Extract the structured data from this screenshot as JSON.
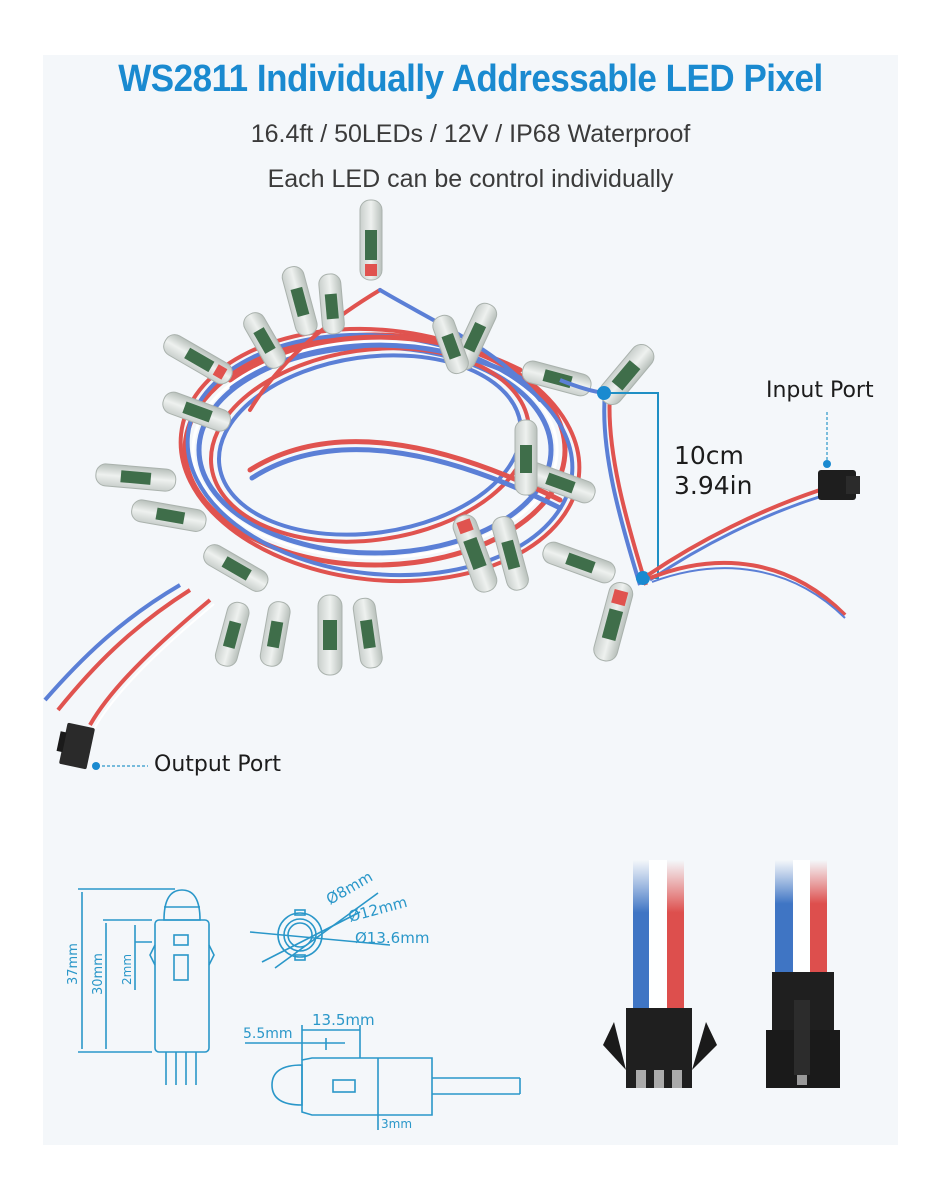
{
  "header": {
    "title": "WS2811 Individually Addressable LED Pixel",
    "spec_line": "16.4ft / 50LEDs / 12V / IP68 Waterproof",
    "tagline": "Each LED can be control individually"
  },
  "product_photo": {
    "labels": {
      "input_port": "Input Port",
      "output_port": "Output Port"
    },
    "spacing": {
      "metric": "10cm",
      "imperial": "3.94in"
    }
  },
  "dimensions_diagram": {
    "side_view": {
      "total_height": "37mm",
      "body_height": "30mm",
      "clip_height": "2mm"
    },
    "top_view": {
      "inner_diameter": "Ø8mm",
      "mid_diameter": "Ø12mm",
      "outer_diameter": "Ø13.6mm"
    },
    "horizontal_view": {
      "cap_length": "5.5mm",
      "clip_offset": "13.5mm",
      "wire_gap": "3mm"
    }
  },
  "connectors": {
    "male": "male-connector",
    "female": "female-connector"
  },
  "colors": {
    "accent_blue": "#1a8ad0",
    "diagram_blue": "#2a97c9",
    "wire_red": "#e0534f",
    "wire_blue": "#5b7fd6",
    "connector_black": "#222222",
    "background": "#f4f7fa"
  }
}
